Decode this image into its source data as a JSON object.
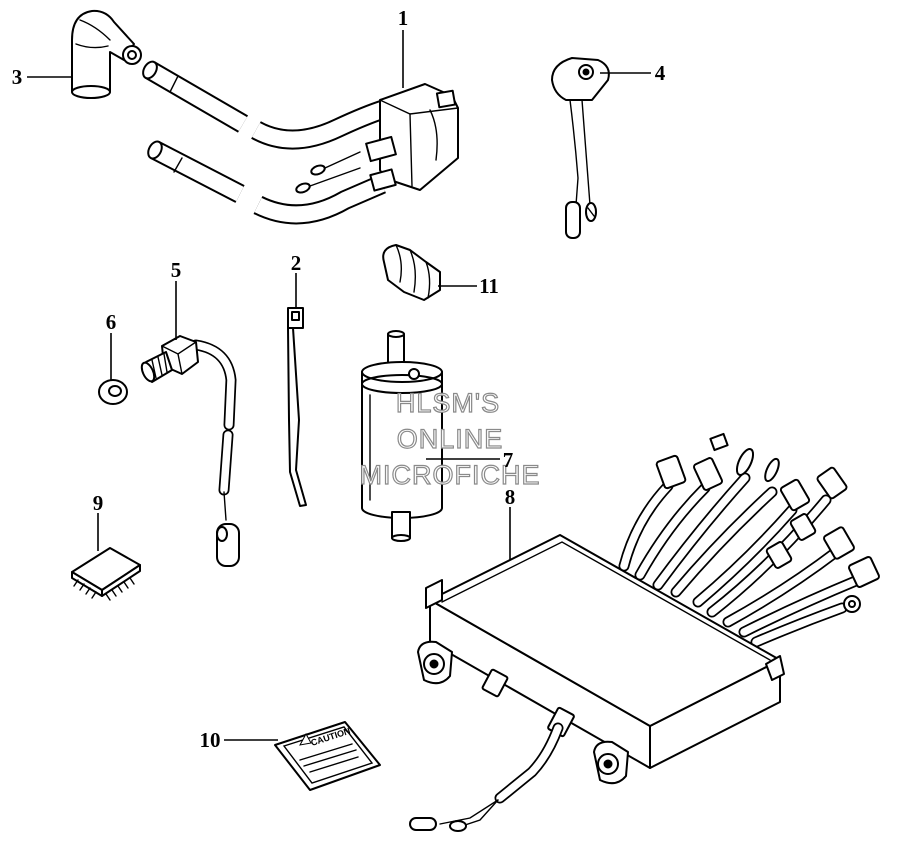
{
  "callouts": [
    {
      "label": "1"
    },
    {
      "label": "2"
    },
    {
      "label": "3"
    },
    {
      "label": "4"
    },
    {
      "label": "5"
    },
    {
      "label": "6"
    },
    {
      "label": "7"
    },
    {
      "label": "8"
    },
    {
      "label": "9"
    },
    {
      "label": "10"
    },
    {
      "label": "11"
    }
  ],
  "watermark": {
    "line1": "HLSM'S",
    "line2": "ONLINE",
    "line3": "MICROFICHE"
  },
  "decal": {
    "heading": "CAUTION"
  }
}
